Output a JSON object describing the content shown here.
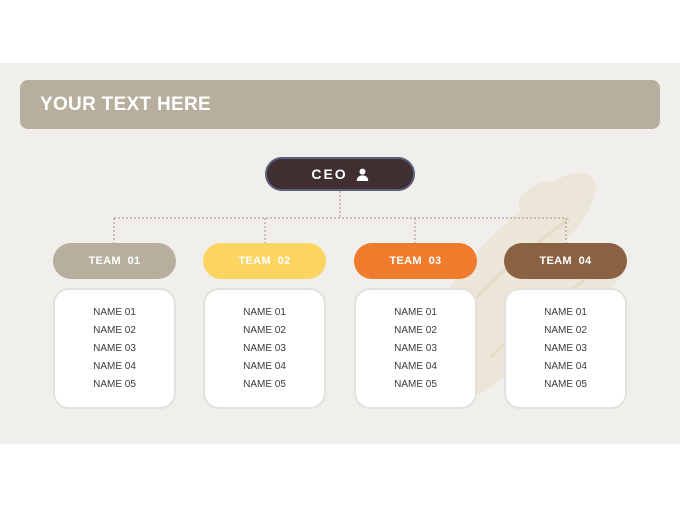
{
  "title": "YOUR TEXT HERE",
  "ceo": {
    "label": "CEO",
    "icon": "person-icon"
  },
  "teams": [
    {
      "label": "TEAM  01",
      "color": "#b7ae9d",
      "members": [
        "NAME 01",
        "NAME 02",
        "NAME 03",
        "NAME 04",
        "NAME 05"
      ]
    },
    {
      "label": "TEAM  02",
      "color": "#fcd462",
      "members": [
        "NAME 01",
        "NAME 02",
        "NAME 03",
        "NAME 04",
        "NAME 05"
      ]
    },
    {
      "label": "TEAM  03",
      "color": "#ef7b2d",
      "members": [
        "NAME 01",
        "NAME 02",
        "NAME 03",
        "NAME 04",
        "NAME 05"
      ]
    },
    {
      "label": "TEAM  04",
      "color": "#8b6143",
      "members": [
        "NAME 01",
        "NAME 02",
        "NAME 03",
        "NAME 04",
        "NAME 05"
      ]
    }
  ]
}
